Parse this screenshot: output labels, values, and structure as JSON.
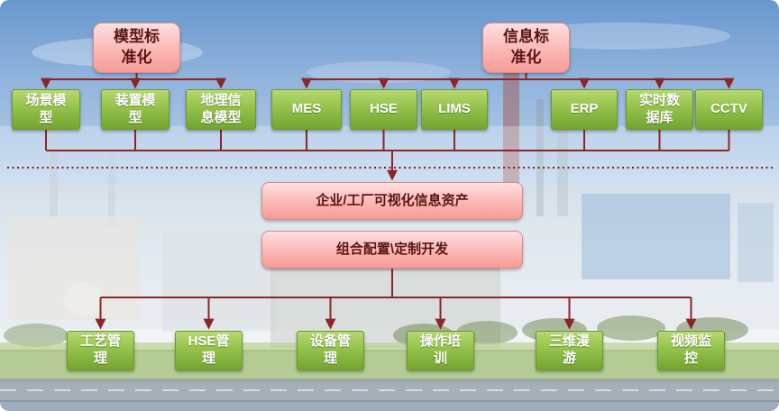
{
  "headers": {
    "model_std": "模型标\n准化",
    "info_std": "信息标\n准化"
  },
  "sources": [
    {
      "label": "场景模\n型"
    },
    {
      "label": "装置模\n型"
    },
    {
      "label": "地理信\n息模型"
    },
    {
      "label": "MES"
    },
    {
      "label": "HSE"
    },
    {
      "label": "LIMS"
    },
    {
      "label": "ERP"
    },
    {
      "label": "实时数\n据库"
    },
    {
      "label": "CCTV"
    }
  ],
  "center": {
    "asset_platform": "企业/工厂可视化信息资产",
    "config_dev": "组合配置\\定制开发"
  },
  "applications": [
    {
      "label": "工艺管\n理"
    },
    {
      "label": "HSE管\n理"
    },
    {
      "label": "设备管\n理"
    },
    {
      "label": "操作培\n训"
    },
    {
      "label": "三维漫\n游"
    },
    {
      "label": "视频监\n控"
    }
  ],
  "colors": {
    "arrow": "#8b2626",
    "dotted_line": "#7c2020",
    "green_box_top": "#b6d873",
    "green_box_bottom": "#74a431",
    "pink_box_top": "#fde0e0",
    "pink_box_bottom": "#f59b97",
    "pink_text": "#5a1414"
  }
}
